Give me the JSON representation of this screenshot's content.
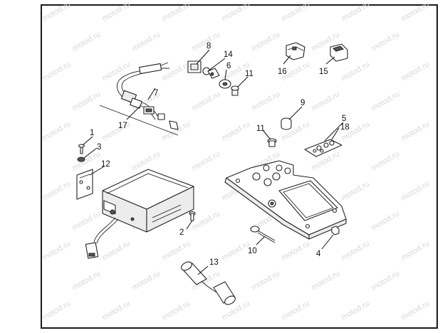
{
  "watermark": "motod.ru",
  "callouts": [
    "1",
    "2",
    "3",
    "4",
    "5",
    "6",
    "7",
    "8",
    "9",
    "10",
    "11",
    "11",
    "12",
    "13",
    "14",
    "15",
    "16",
    "17",
    "18"
  ]
}
